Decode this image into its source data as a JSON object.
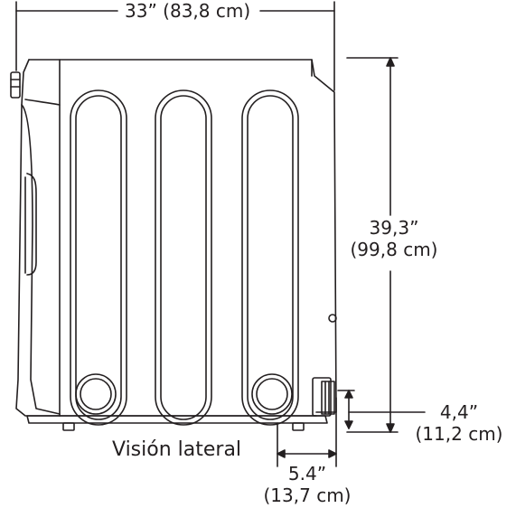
{
  "dimensions": {
    "width": {
      "value": "33” (83,8 cm)"
    },
    "height": {
      "inches": "39,3”",
      "cm": "(99,8 cm)"
    },
    "outlet_height": {
      "inches": "4,4”",
      "cm": "(11,2 cm)"
    },
    "outlet_offset": {
      "inches": "5.4”",
      "cm": "(13,7 cm)"
    }
  },
  "caption": "Visión lateral",
  "colors": {
    "line": "#231f20",
    "background": "#ffffff"
  }
}
